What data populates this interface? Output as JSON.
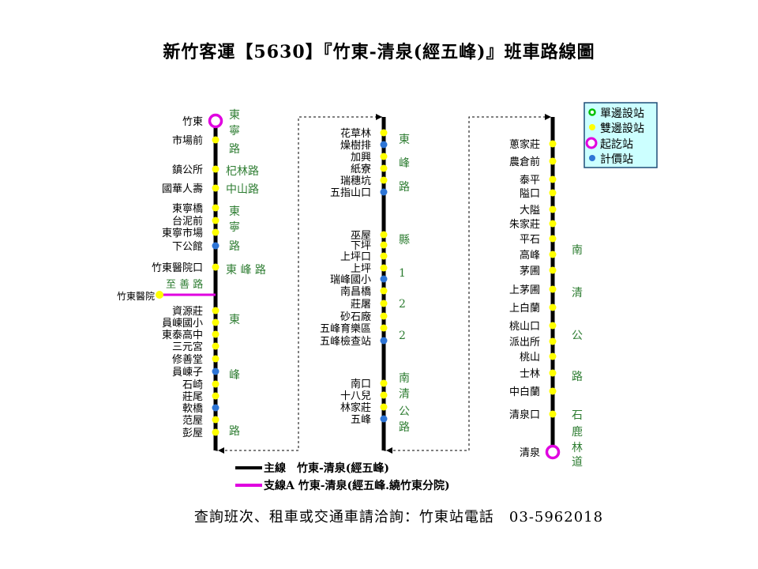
{
  "title": "新竹客運【5630】『竹東-清泉(經五峰)』班車路線圖",
  "footer": "查詢班次、租車或交通車請洽詢：竹東站電話　03-5962018",
  "legend": {
    "items": [
      {
        "label": "單邊設站",
        "type": "single"
      },
      {
        "label": "雙邊設站",
        "type": "double"
      },
      {
        "label": "起訖站",
        "type": "terminal"
      },
      {
        "label": "計價站",
        "type": "fare"
      }
    ],
    "bg_color": "#ccffff",
    "border_color": "#1f4e79"
  },
  "line_legend": [
    {
      "label": "主線　竹東-清泉(經五峰)",
      "color": "#000000"
    },
    {
      "label": "支線A 竹東-清泉(經五峰.繞竹東分院)",
      "color": "#e000e0"
    }
  ],
  "colors": {
    "single": "#00c000",
    "double": "#ffff00",
    "terminal": "#e000e0",
    "fare": "#2e75d6",
    "road_text": "#2e7d32",
    "branch": "#e000e0"
  },
  "column1": {
    "stops": [
      {
        "name": "竹東",
        "type": "terminal"
      },
      {
        "name": "市場前",
        "type": "double"
      },
      {
        "name": "鎮公所",
        "type": "double"
      },
      {
        "name": "國華人壽",
        "type": "double"
      },
      {
        "name": "東寧橋",
        "type": "double"
      },
      {
        "name": "台泥前",
        "type": "double"
      },
      {
        "name": "東寧市場",
        "type": "double"
      },
      {
        "name": "下公館",
        "type": "fare"
      },
      {
        "name": "竹東醫院口",
        "type": "double"
      },
      {
        "name": "資源莊",
        "type": "double"
      },
      {
        "name": "員崠國小",
        "type": "double"
      },
      {
        "name": "東泰高中",
        "type": "double"
      },
      {
        "name": "三元宮",
        "type": "double"
      },
      {
        "name": "修善堂",
        "type": "double"
      },
      {
        "name": "員崠子",
        "type": "fare"
      },
      {
        "name": "石崎",
        "type": "double"
      },
      {
        "name": "莊尾",
        "type": "double"
      },
      {
        "name": "軟橋",
        "type": "fare"
      },
      {
        "name": "范屋",
        "type": "double"
      },
      {
        "name": "彭屋",
        "type": "double"
      }
    ],
    "roads": [
      {
        "chars": [
          "東",
          "寧",
          "路"
        ]
      },
      {
        "chars": [
          "杞林路"
        ]
      },
      {
        "chars": [
          "中山路"
        ]
      },
      {
        "chars": [
          "東",
          "寧",
          "路"
        ]
      },
      {
        "chars": [
          "東 峰 路"
        ]
      },
      {
        "chars": [
          "東",
          "峰",
          "路"
        ]
      }
    ],
    "branch": {
      "stop": "竹東醫院",
      "road": "至 善 路"
    }
  },
  "column2": {
    "stops": [
      {
        "name": "花草林",
        "type": "double"
      },
      {
        "name": "燥樹排",
        "type": "fare"
      },
      {
        "name": "加興",
        "type": "double"
      },
      {
        "name": "紙寮",
        "type": "double"
      },
      {
        "name": "瑞穗坑",
        "type": "double"
      },
      {
        "name": "五指山口",
        "type": "fare"
      },
      {
        "name": "巫屋",
        "type": "double"
      },
      {
        "name": "下坪",
        "type": "double"
      },
      {
        "name": "上坪口",
        "type": "double"
      },
      {
        "name": "上坪",
        "type": "double"
      },
      {
        "name": "瑞峰國小",
        "type": "fare"
      },
      {
        "name": "南昌橋",
        "type": "double"
      },
      {
        "name": "莊屠",
        "type": "double"
      },
      {
        "name": "砂石廠",
        "type": "double"
      },
      {
        "name": "五峰育樂區",
        "type": "double"
      },
      {
        "name": "五峰檢查站",
        "type": "fare"
      },
      {
        "name": "南口",
        "type": "double"
      },
      {
        "name": "十八兒",
        "type": "double"
      },
      {
        "name": "林家莊",
        "type": "double"
      },
      {
        "name": "五峰",
        "type": "fare"
      }
    ],
    "roads": [
      {
        "chars": [
          "東",
          "峰",
          "路"
        ]
      },
      {
        "chars": [
          "縣",
          "1",
          "2",
          "2"
        ]
      },
      {
        "chars": [
          "南",
          "清",
          "公",
          "路"
        ]
      }
    ]
  },
  "column3": {
    "stops": [
      {
        "name": "蔥家莊",
        "type": "double"
      },
      {
        "name": "農倉前",
        "type": "double"
      },
      {
        "name": "泰平",
        "type": "double"
      },
      {
        "name": "隘口",
        "type": "double"
      },
      {
        "name": "大隘",
        "type": "double"
      },
      {
        "name": "朱家莊",
        "type": "double"
      },
      {
        "name": "平石",
        "type": "double"
      },
      {
        "name": "高峰",
        "type": "double"
      },
      {
        "name": "茅圃",
        "type": "double"
      },
      {
        "name": "上茅圃",
        "type": "double"
      },
      {
        "name": "上白蘭",
        "type": "double"
      },
      {
        "name": "桃山口",
        "type": "double"
      },
      {
        "name": "派出所",
        "type": "double"
      },
      {
        "name": "桃山",
        "type": "double"
      },
      {
        "name": "士林",
        "type": "double"
      },
      {
        "name": "中白蘭",
        "type": "double"
      },
      {
        "name": "清泉口",
        "type": "double"
      },
      {
        "name": "清泉",
        "type": "terminal"
      }
    ],
    "roads": [
      {
        "chars": [
          "南",
          "清",
          "公",
          "路"
        ]
      },
      {
        "chars": [
          "石",
          "鹿",
          "林",
          "道"
        ]
      }
    ]
  }
}
